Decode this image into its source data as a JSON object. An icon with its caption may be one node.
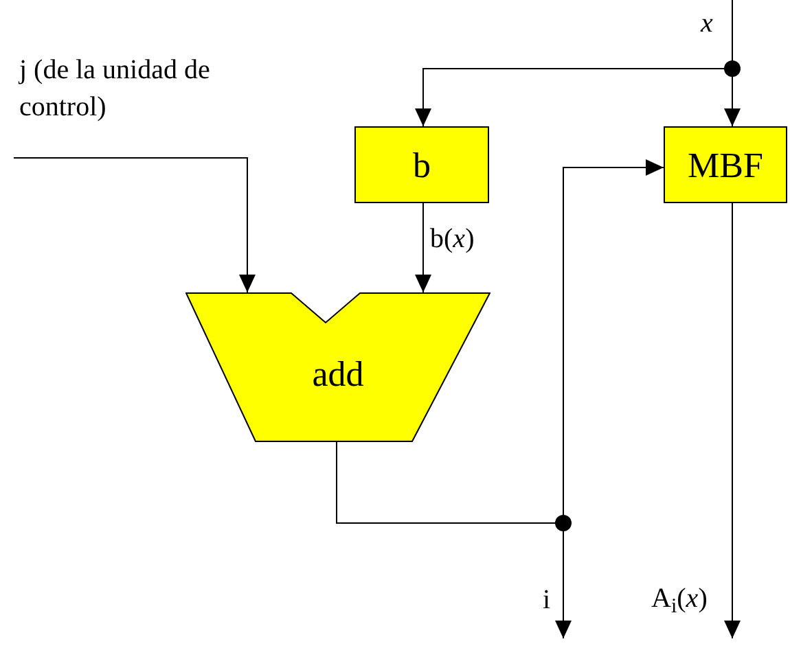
{
  "diagram": {
    "nodes": [
      {
        "text": [
          "j (de la unidad de control)"
        ]
      },
      {
        "text": [
          "*x*"
        ]
      },
      {
        "text": [
          "b"
        ]
      },
      {
        "text": [
          "MBF"
        ]
      },
      {
        "text": [
          "add"
        ]
      }
    ],
    "edges": [
      {
        "from": 0,
        "to": 4,
        "arrow": "to"
      },
      {
        "from": 1,
        "to": 2,
        "arrow": "to"
      },
      {
        "from": 1,
        "to": 3,
        "arrow": "to"
      },
      {
        "from": 2,
        "to": 4,
        "arrow": "to",
        "label": "b(*x*)"
      },
      {
        "from": 4,
        "to": 3,
        "arrow": "to"
      },
      {
        "from": 4,
        "to": null,
        "arrow": "to",
        "label": "i"
      },
      {
        "from": 3,
        "to": null,
        "arrow": "to",
        "label": "A$_{i}$(*x*)"
      }
    ]
  }
}
